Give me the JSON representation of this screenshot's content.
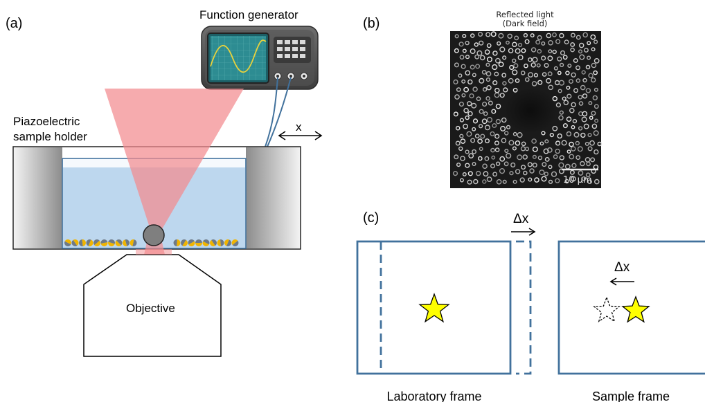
{
  "panel_a": {
    "label": "(a)",
    "function_generator_label": "Function generator",
    "sample_holder_label_line1": "Piazoelectric",
    "sample_holder_label_line2": "sample holder",
    "x_arrow_label": "x",
    "objective_label": "Objective"
  },
  "panel_b": {
    "label": "(b)",
    "title_line1": "Reflected light",
    "title_line2": "(Dark field)",
    "scale_bar_label": "10 µm"
  },
  "panel_c": {
    "label": "(c)",
    "lab_shift_label": "Δx",
    "sample_shift_label": "Δx",
    "lab_frame_caption": "Laboratory frame",
    "sample_frame_caption": "Sample frame"
  },
  "colors": {
    "frame_blue": "#41719c",
    "star_yellow": "#ffff00",
    "water_blue": "#bdd7ee",
    "beam_red": "#f4a0a3",
    "holder_gray": "#d9d9d9",
    "generator_teal": "#2e8b8b"
  }
}
